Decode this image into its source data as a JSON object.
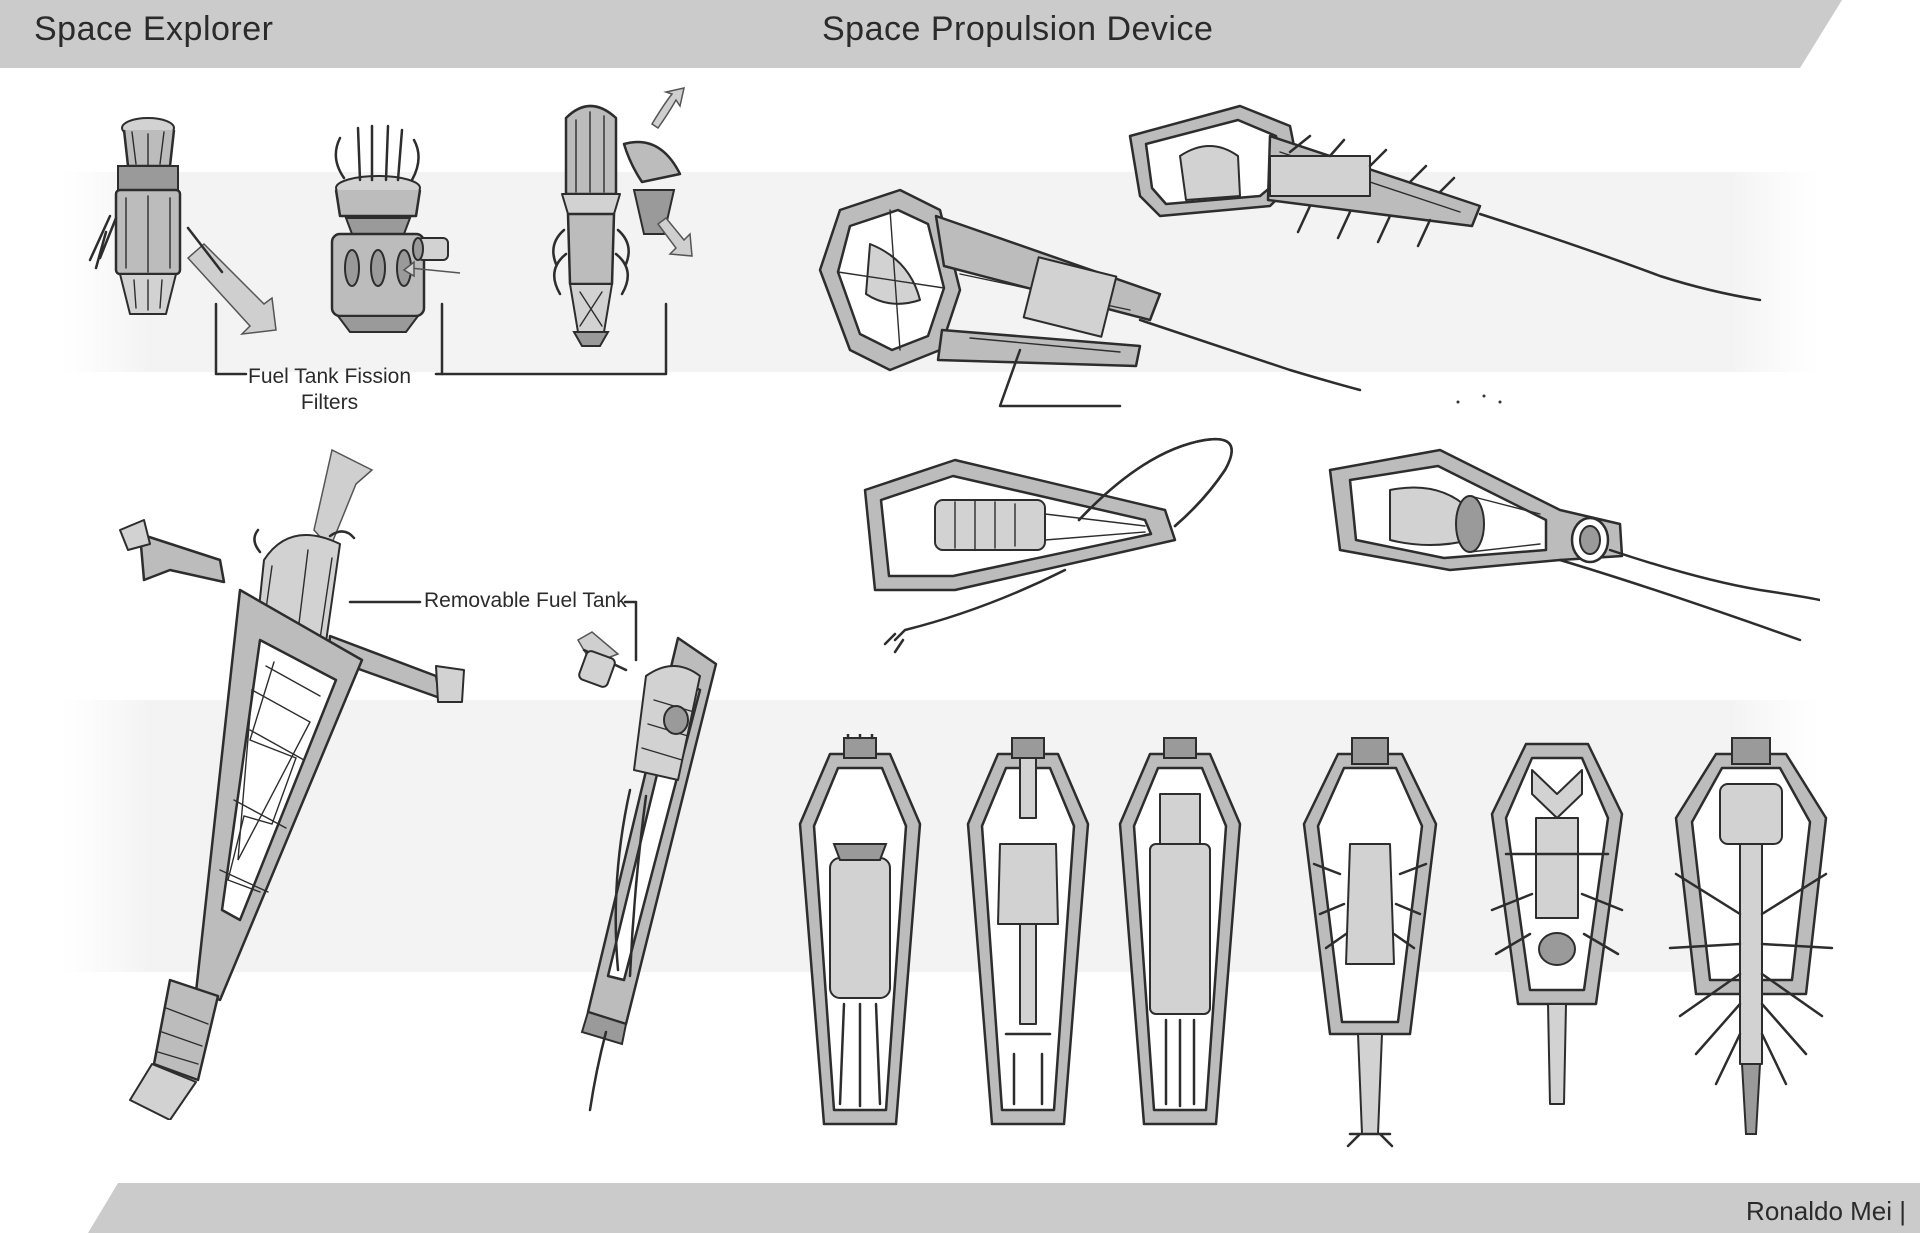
{
  "header": {
    "left_title": "Space Explorer",
    "right_title": "Space Propulsion Device"
  },
  "annotations": {
    "fuel_tank_fission_filters_line1": "Fuel Tank Fission",
    "fuel_tank_fission_filters_line2": "Filters",
    "removable_fuel_tank": "Removable Fuel Tank"
  },
  "footer": {
    "author": "Ronaldo Mei |"
  },
  "colors": {
    "bar_gray": "#cbcbcb",
    "band_gray": "#f2f2f2",
    "ink": "#2d2d2d",
    "part_fill": "#bcbcbc"
  }
}
